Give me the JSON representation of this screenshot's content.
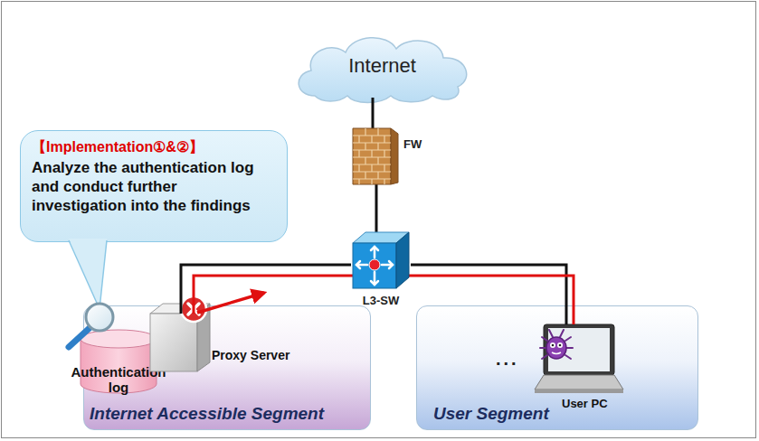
{
  "diagram": {
    "nodes": [
      {
        "text": [
          "Internet"
        ]
      },
      {
        "text": [
          "FW"
        ]
      },
      {
        "text": [
          "L3-SW"
        ]
      },
      {
        "text": [
          "【Implementation①&②】",
          "Analyze the authentication log and conduct further investigation into the findings"
        ]
      },
      {
        "text": [
          "Internet Accessible Segment"
        ]
      },
      {
        "text": [
          "Authentication log"
        ],
        "in": 4
      },
      {
        "text": [
          "Proxy Server"
        ],
        "in": 4
      },
      {
        "text": [
          "User Segment"
        ]
      },
      {
        "text": [
          "User PC"
        ],
        "in": 7
      }
    ],
    "edges": [
      {
        "from": 0,
        "to": 1,
        "arrow": "none"
      },
      {
        "from": 1,
        "to": 2,
        "arrow": "none"
      },
      {
        "from": 2,
        "to": 6,
        "arrow": "none"
      },
      {
        "from": 2,
        "to": 8,
        "arrow": "none"
      },
      {
        "from": 8,
        "to": 6,
        "arrow": "none"
      }
    ],
    "labels": [
      "..."
    ]
  }
}
